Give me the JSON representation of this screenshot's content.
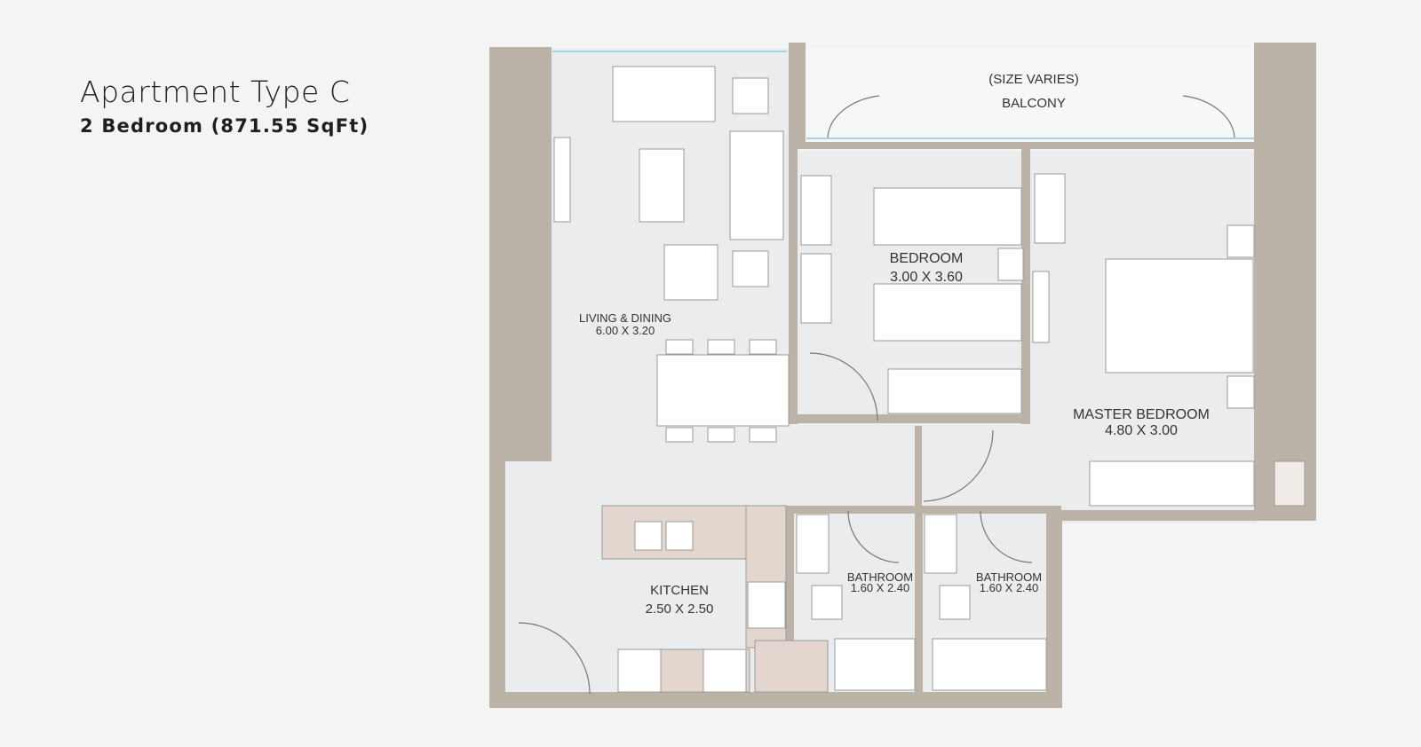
{
  "heading": {
    "title": "Apartment Type C",
    "subtitle": "2 Bedroom (871.55 SqFt)"
  },
  "colors": {
    "background": "#f4f4f4",
    "wall": "#bbb2a8",
    "floor": "#ebeced",
    "counter": "#e3d6ce",
    "fixture": "#ffffff",
    "line": "#9a9a9a",
    "window": "#9fd3e6"
  },
  "rooms": {
    "balcony": {
      "note": "(SIZE VARIES)",
      "name": "BALCONY"
    },
    "living": {
      "name": "LIVING & DINING",
      "size": "6.00 X 3.20"
    },
    "bedroom": {
      "name": "BEDROOM",
      "size": "3.00 X 3.60"
    },
    "master": {
      "name": "MASTER BEDROOM",
      "size": "4.80 X 3.00"
    },
    "kitchen": {
      "name": "KITCHEN",
      "size": "2.50 X 2.50"
    },
    "bath1": {
      "name": "BATHROOM",
      "size": "1.60 X 2.40"
    },
    "bath2": {
      "name": "BATHROOM",
      "size": "1.60 X 2.40"
    }
  }
}
